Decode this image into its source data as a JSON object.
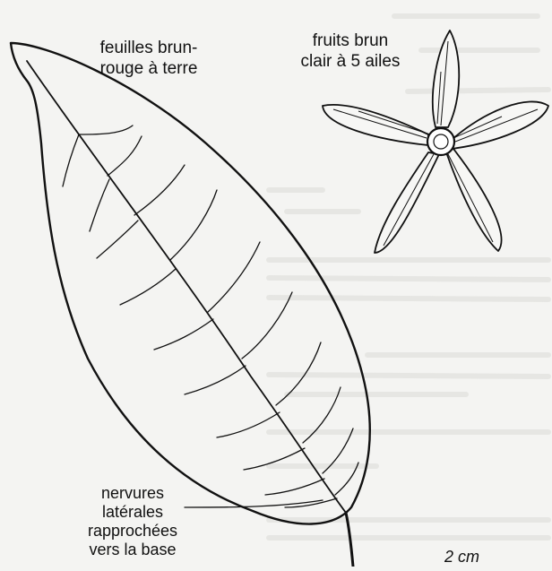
{
  "labels": {
    "leaves": [
      "feuilles brun-",
      "rouge à terre"
    ],
    "fruits": [
      "fruits brun",
      "clair à 5 ailes"
    ],
    "veins": [
      "nervures",
      "latérales",
      "rapprochées",
      "vers la base"
    ],
    "scale": "2 cm"
  },
  "colors": {
    "ink": "#111111",
    "paper": "#f4f4f2",
    "ghost_text": "#d9d9d6"
  }
}
